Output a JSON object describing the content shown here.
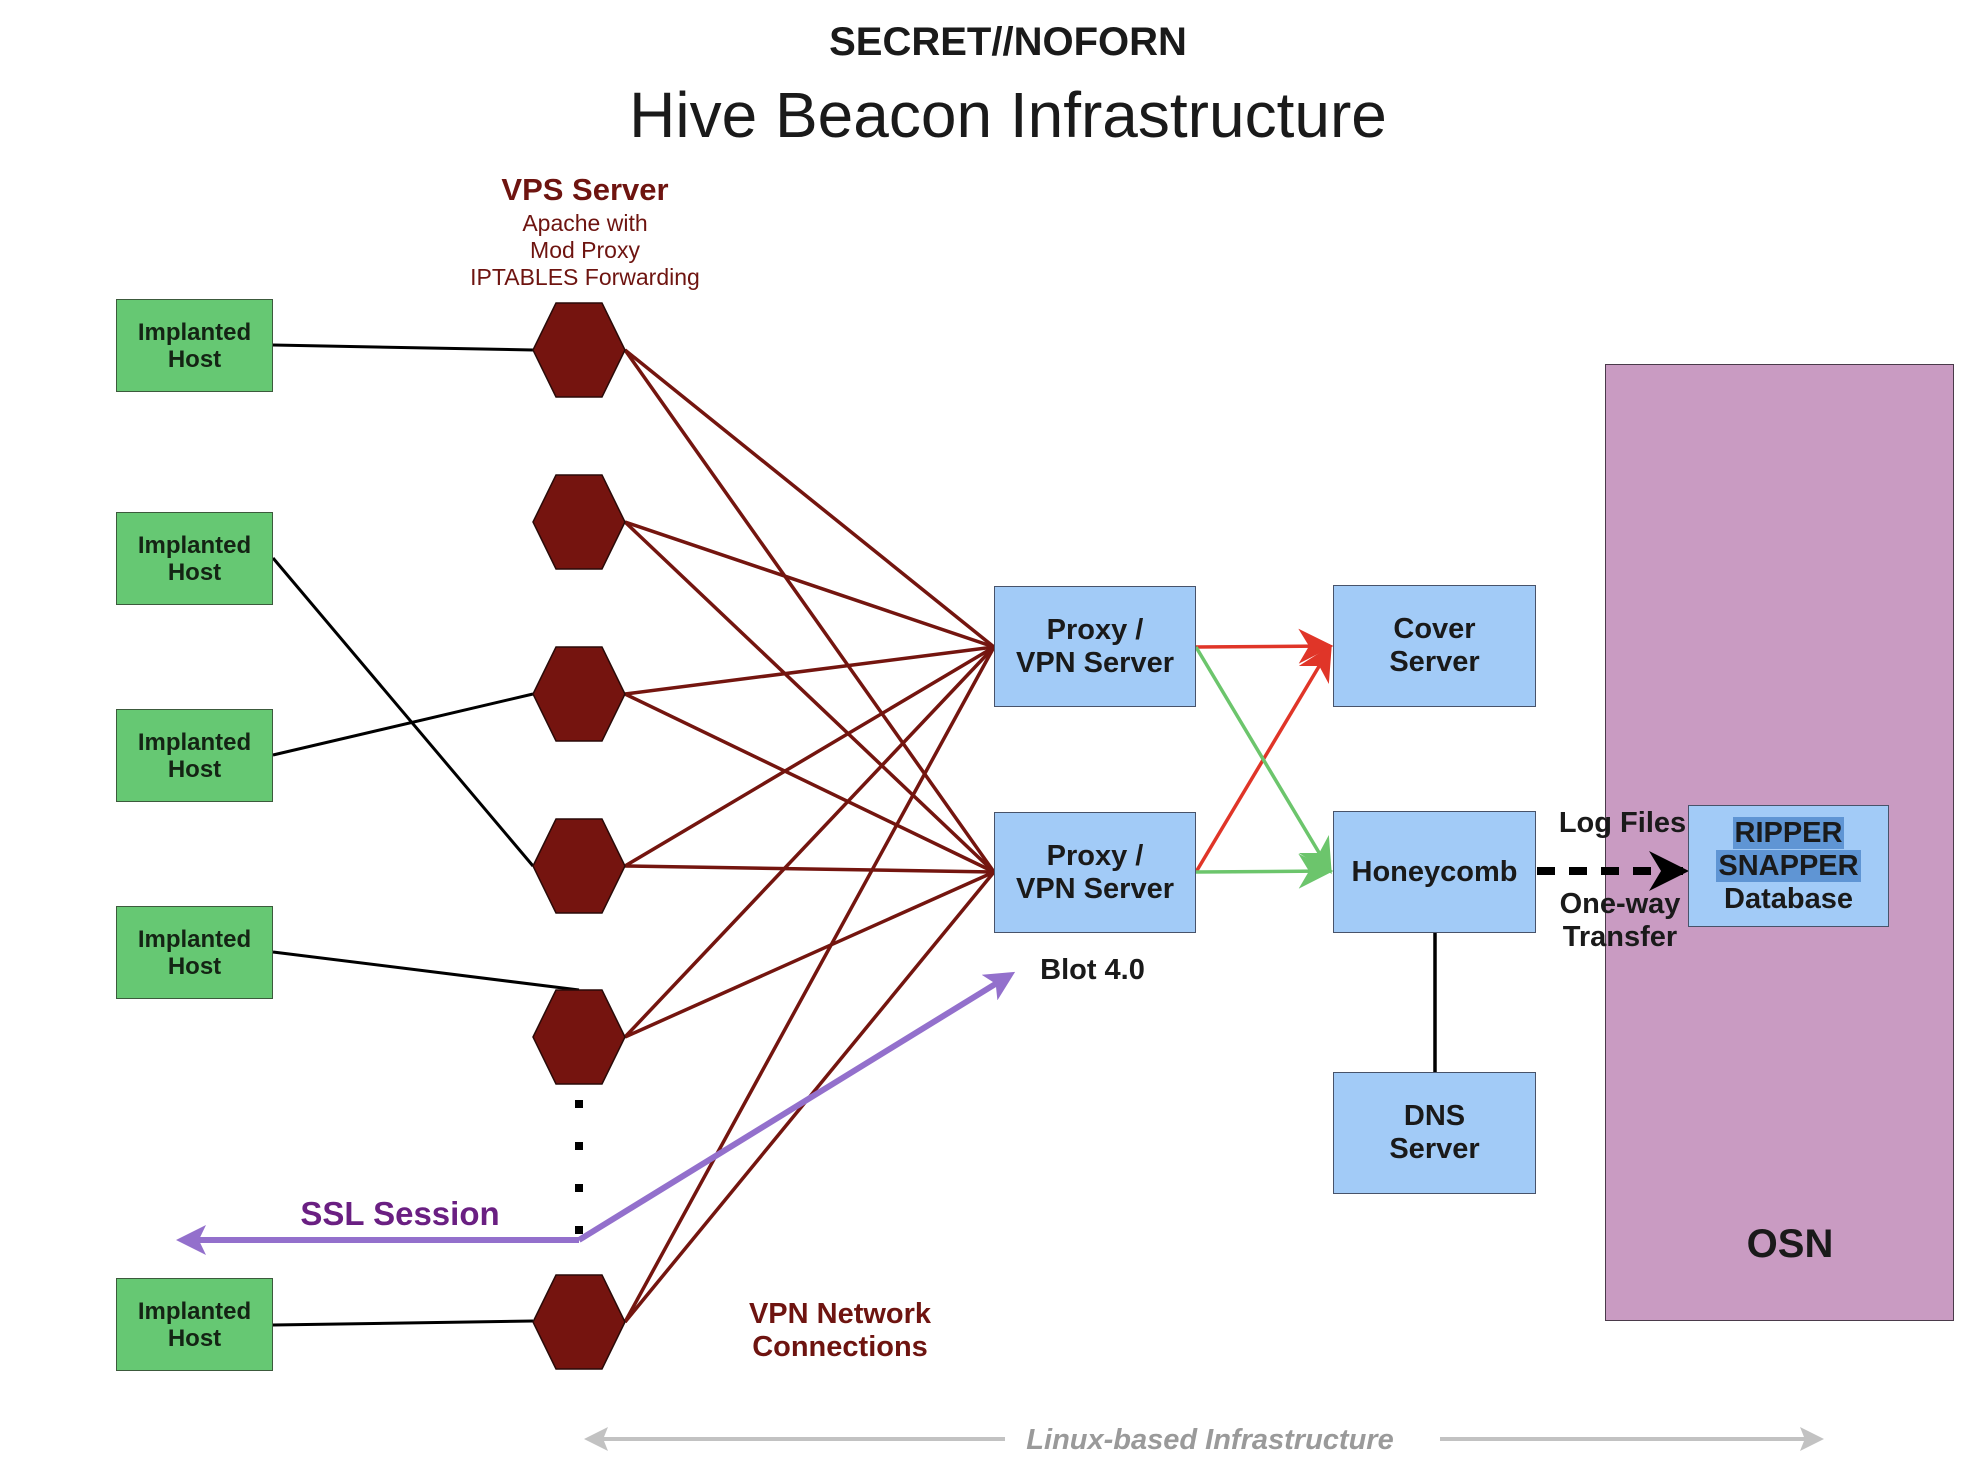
{
  "header": {
    "classification": "SECRET//NOFORN",
    "title": "Hive Beacon Infrastructure"
  },
  "vps": {
    "title": "VPS Server",
    "subtitle_lines": [
      "Apache with",
      "Mod Proxy",
      "IPTABLES Forwarding"
    ]
  },
  "hosts": [
    {
      "line1": "Implanted",
      "line2": "Host"
    },
    {
      "line1": "Implanted",
      "line2": "Host"
    },
    {
      "line1": "Implanted",
      "line2": "Host"
    },
    {
      "line1": "Implanted",
      "line2": "Host"
    },
    {
      "line1": "Implanted",
      "line2": "Host"
    }
  ],
  "vps_node_count": 6,
  "proxies": [
    {
      "line1": "Proxy /",
      "line2": "VPN Server"
    },
    {
      "line1": "Proxy /",
      "line2": "VPN Server"
    }
  ],
  "blot_label": "Blot 4.0",
  "cover_server": {
    "line1": "Cover",
    "line2": "Server"
  },
  "honeycomb": "Honeycomb",
  "dns_server": {
    "line1": "DNS",
    "line2": "Server"
  },
  "log_files_label": "Log Files",
  "one_way_label": {
    "line1": "One-way",
    "line2": "Transfer"
  },
  "ripper": {
    "line1": "RIPPER",
    "line2": "SNAPPER",
    "line3": "Database"
  },
  "osn_label": "OSN",
  "ssl_label": "SSL Session",
  "vpn_conn_label": {
    "line1": "VPN Network",
    "line2": "Connections"
  },
  "linux_label": "Linux-based Infrastructure",
  "colors": {
    "hex_fill": "#75140f",
    "vps_line": "#74150f",
    "host_fill": "#66c873",
    "server_fill": "#a2cbf7",
    "osn_fill": "#c99bc2",
    "red_arrow": "#e03528",
    "green_arrow": "#6cc56c",
    "ssl_purple": "#9370cc",
    "ssl_text": "#6a1f82",
    "dark_red_text": "#6e1410",
    "linux_gray": "#9a9a9a"
  }
}
